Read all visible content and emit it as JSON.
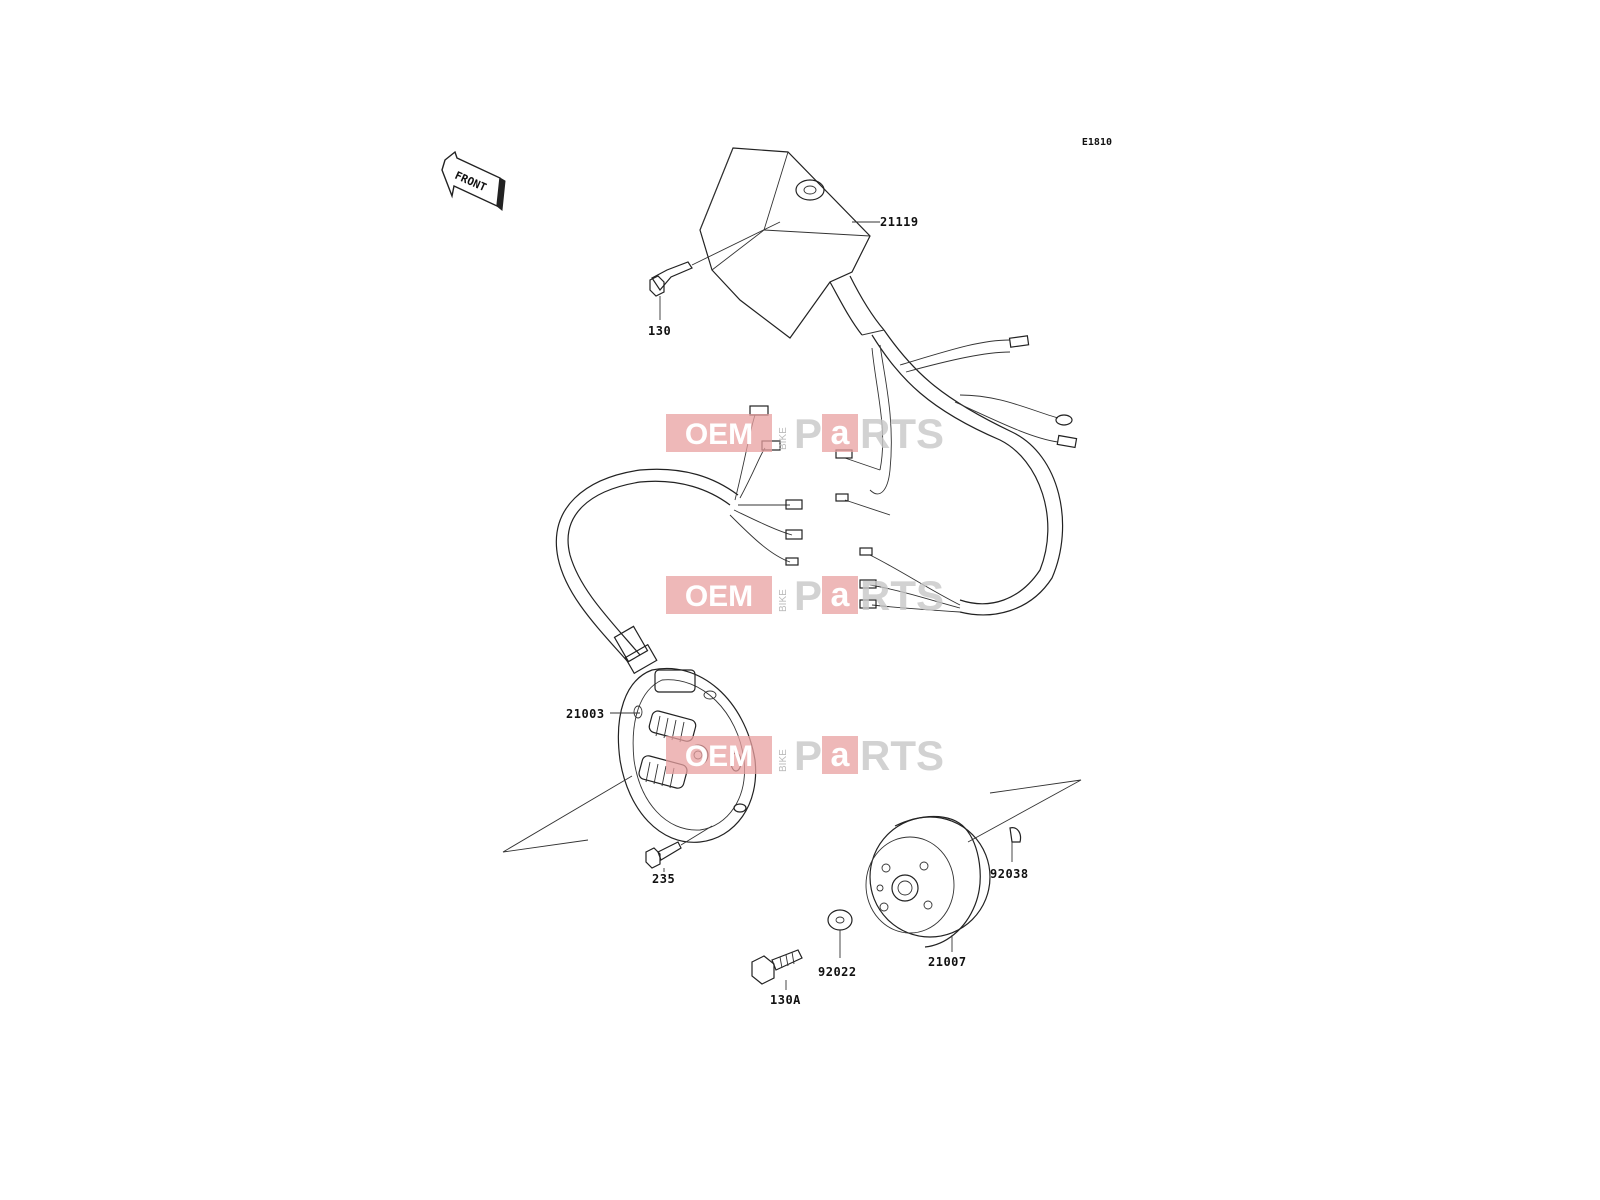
{
  "diagram_code": "E1810",
  "front_marker": "FRONT",
  "watermark": {
    "oem": "OEM",
    "bike": "BIKE",
    "p": "P",
    "a": "a",
    "rts": "RTS"
  },
  "parts": {
    "cdi_unit": "21119",
    "cdi_bolt": "130",
    "stator": "21003",
    "stator_bolt": "235",
    "flywheel": "21007",
    "key": "92038",
    "washer": "92022",
    "flywheel_bolt": "130A"
  }
}
